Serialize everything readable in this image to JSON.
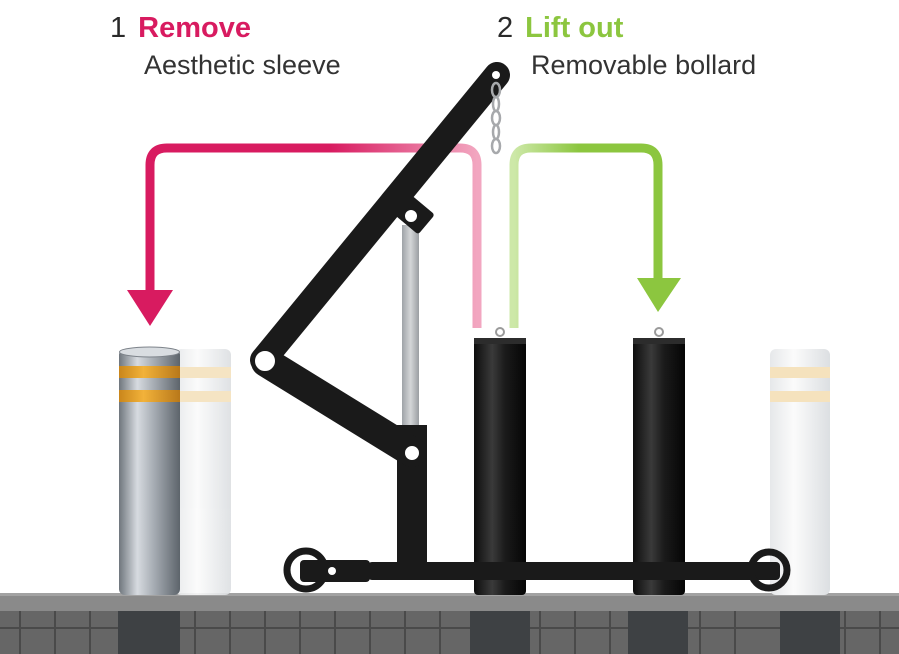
{
  "steps": [
    {
      "number": "1",
      "action": "Remove",
      "object": "Aesthetic sleeve"
    },
    {
      "number": "2",
      "action": "Lift out",
      "object": "Removable bollard"
    }
  ],
  "colors": {
    "remove_accent": "#d81b60",
    "lift_accent": "#8cc63f",
    "crane": "#1a1a1a",
    "bollard": "#181818",
    "sleeve_stripe": "#e9a72b",
    "pavement": "#7a7a7a"
  },
  "icons": [
    "remove-arrow-icon",
    "lift-out-arrow-icon",
    "chain-icon",
    "lifting-eye-icon"
  ]
}
